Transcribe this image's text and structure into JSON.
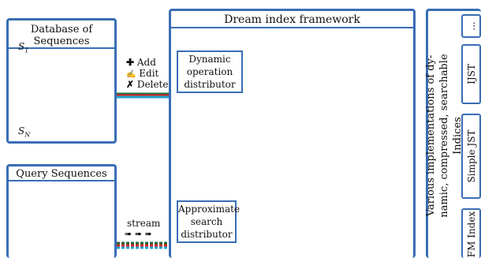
{
  "database_panel": {
    "title": "Database of Sequences",
    "first_label": "S",
    "first_sub": "1",
    "last_label": "S",
    "last_sub": "N"
  },
  "operations": {
    "add": "Add",
    "edit": "Edit",
    "delete": "Delete",
    "add_icon": "plus-icon",
    "edit_icon": "pencil-icon",
    "delete_icon": "cross-icon"
  },
  "query_panel": {
    "title": "Query Sequences",
    "stream_label": "stream"
  },
  "framework": {
    "title": "Dream index framework",
    "dynamic_distributor": [
      "Dynamic",
      "operation",
      "distributor"
    ],
    "search_distributor": [
      "Approximate",
      "search",
      "distributor"
    ]
  },
  "right_panel": {
    "vertical_text": [
      "Various implementations of dy-",
      "namic, compressed, searchable Indices"
    ],
    "tabs": [
      "...",
      "IJST",
      "Simple JST",
      "FM Index"
    ]
  },
  "colors": {
    "frame": "#3a6db5",
    "green": "#1e6b3a",
    "red": "#d62728",
    "cyan": "#1ea3d0"
  }
}
